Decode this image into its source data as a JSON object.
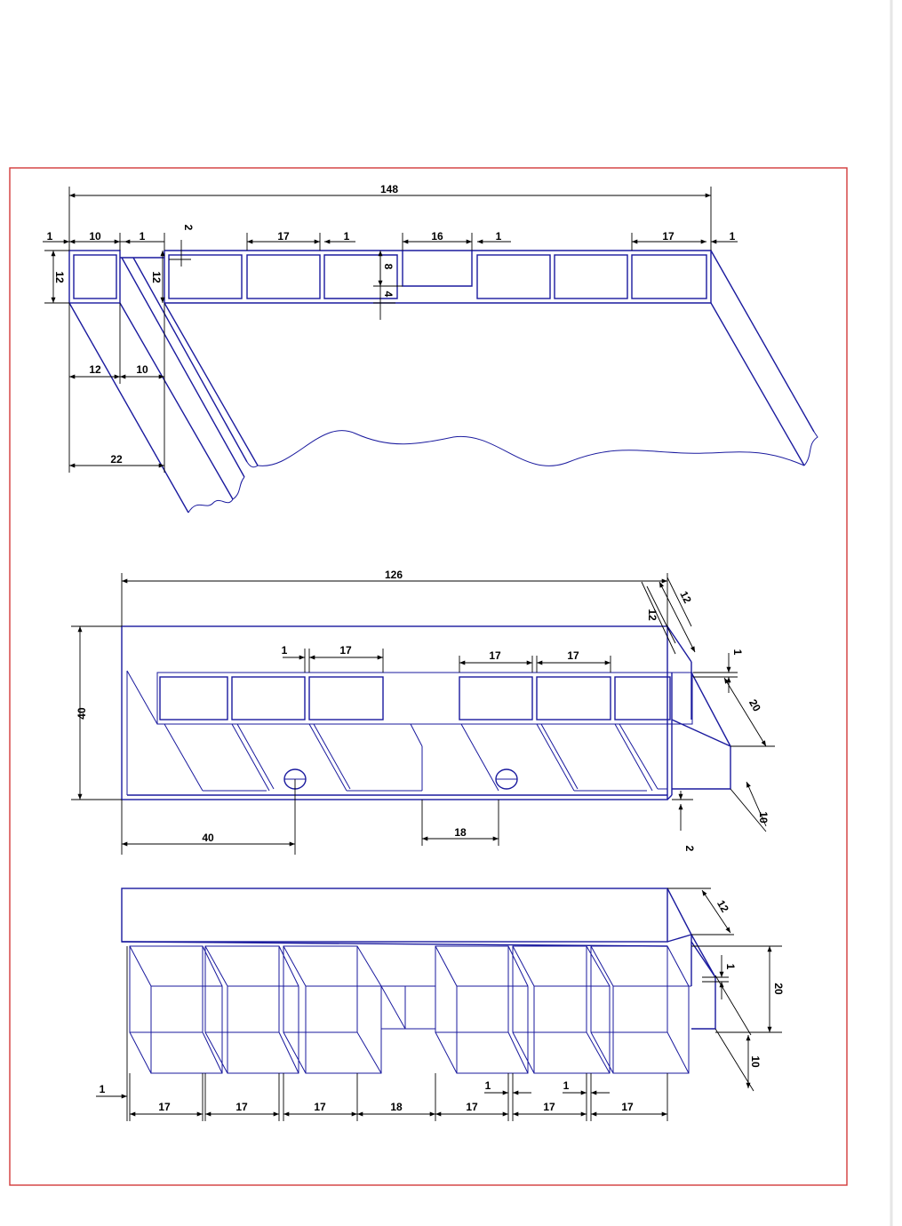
{
  "colors": {
    "frame": "#d23a3a",
    "geometry": "#1a1a9e",
    "dimension": "#000000"
  },
  "top_view": {
    "dims": {
      "overall": "148",
      "wall_left": "1",
      "cell_left": "10",
      "gap_left": "1",
      "step": "2",
      "cell_a": "17",
      "gap_a": "1",
      "cell_mid": "16",
      "gap_mid": "1",
      "cell_right": "17",
      "wall_right": "1",
      "height_left": "12",
      "height_slot": "12",
      "notch_upper": "8",
      "notch_lower": "4",
      "offset_a": "12",
      "offset_b": "10",
      "offset_total": "22"
    }
  },
  "front_view": {
    "dims": {
      "overall": "126",
      "depth_a": "12",
      "depth_b": "12",
      "gap": "1",
      "cell_a": "17",
      "cell_b": "17",
      "cell_c": "17",
      "wall": "1",
      "height": "40",
      "side_height": "20",
      "side_depth": "10",
      "bottom_step": "2",
      "hole_offset": "40",
      "hole_spacing": "18"
    }
  },
  "bottom_view": {
    "dims": {
      "depth": "12",
      "wall": "1",
      "height": "20",
      "side_depth": "10",
      "left_wall": "1",
      "gap_a": "1",
      "gap_b": "1",
      "cells": [
        "17",
        "17",
        "17",
        "18",
        "17",
        "17",
        "17"
      ]
    }
  }
}
